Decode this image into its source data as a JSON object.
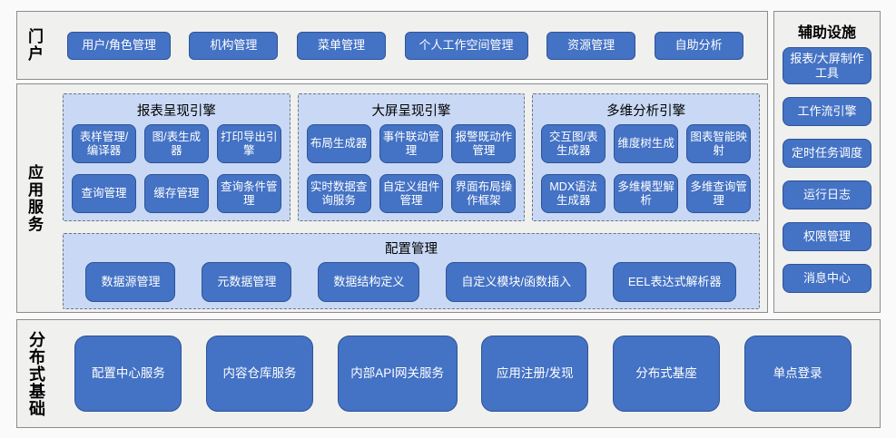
{
  "colors": {
    "page_bg": "#fafafa",
    "section_fill": "#f0f0ef",
    "section_border": "#8c8c8c",
    "group_fill": "#c9d9f5",
    "group_border": "#70757d",
    "button_fill": "#4472c4",
    "button_border": "#2e5496",
    "button_text": "#ffffff",
    "title_color": "#000000"
  },
  "portal": {
    "label": "门户",
    "items": [
      "用户/角色管理",
      "机构管理",
      "菜单管理",
      "个人工作空间管理",
      "资源管理",
      "自助分析"
    ]
  },
  "app_services": {
    "label": "应用服务",
    "groups": [
      {
        "title": "报表呈现引擎",
        "items": [
          "表样管理/编译器",
          "图/表生成器",
          "打印导出引擎",
          "查询管理",
          "缓存管理",
          "查询条件管理"
        ]
      },
      {
        "title": "大屏呈现引擎",
        "items": [
          "布局生成器",
          "事件联动管理",
          "报警既动作管理",
          "实时数据查询服务",
          "自定义组件管理",
          "界面布局操作框架"
        ]
      },
      {
        "title": "多维分析引擎",
        "items": [
          "交互图/表生成器",
          "维度树生成",
          "图表智能映射",
          "MDX语法生成器",
          "多维模型解析",
          "多维查询管理"
        ]
      }
    ],
    "config": {
      "title": "配置管理",
      "items": [
        "数据源管理",
        "元数据管理",
        "数据结构定义",
        "自定义模块/函数插入",
        "EEL表达式解析器"
      ]
    }
  },
  "auxiliary": {
    "label": "辅助设施",
    "items": [
      "报表/大屏制作工具",
      "工作流引擎",
      "定时任务调度",
      "运行日志",
      "权限管理",
      "消息中心"
    ]
  },
  "distributed": {
    "label": "分布式基础",
    "items": [
      "配置中心服务",
      "内容仓库服务",
      "内部API网关服务",
      "应用注册/发现",
      "分布式基座",
      "单点登录"
    ]
  }
}
